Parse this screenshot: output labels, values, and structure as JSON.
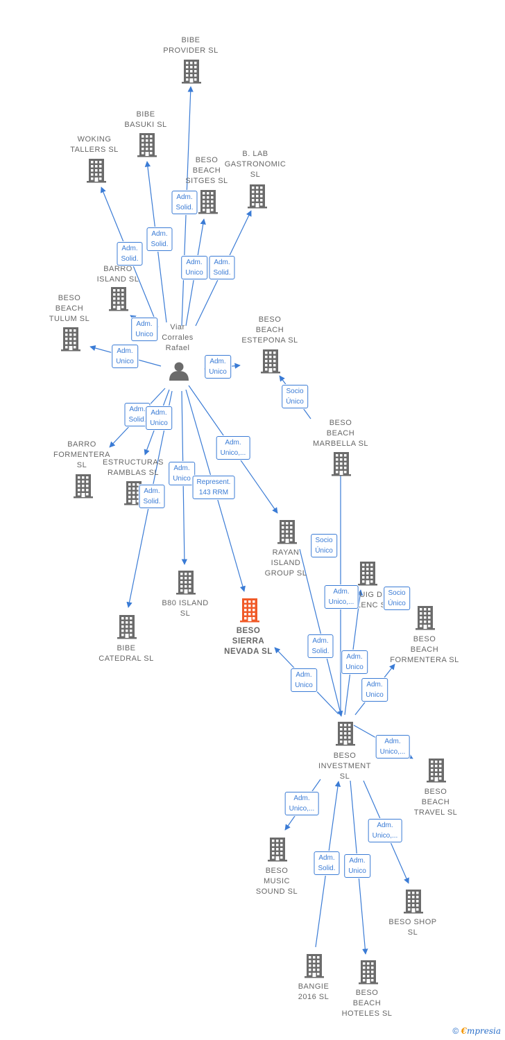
{
  "colors": {
    "edge": "#3a7bd5",
    "node": "#6b6b6b",
    "focus": "#f05a28",
    "label_text": "#666666"
  },
  "icons": {
    "company": "building-icon",
    "person": "person-icon",
    "copyright": "copyright-icon"
  },
  "nodes": [
    {
      "id": "person",
      "type": "person",
      "label": "Viar\nCorrales\nRafael"
    },
    {
      "id": "bibe_provider",
      "type": "company",
      "label": "BIBE\nPROVIDER  SL"
    },
    {
      "id": "bibe_basuki",
      "type": "company",
      "label": "BIBE\nBASUKI  SL"
    },
    {
      "id": "woking",
      "type": "company",
      "label": "WOKING\nTALLERS  SL"
    },
    {
      "id": "beso_sitges",
      "type": "company",
      "label": "BESO\nBEACH\nSITGES  SL"
    },
    {
      "id": "blab",
      "type": "company",
      "label": "B.  LAB\nGASTRONOMIC\nSL"
    },
    {
      "id": "barro_island",
      "type": "company",
      "label": "BARRO\nISLAND  SL"
    },
    {
      "id": "beso_tulum",
      "type": "company",
      "label": "BESO\nBEACH\nTULUM  SL"
    },
    {
      "id": "beso_estepona",
      "type": "company",
      "label": "BESO\nBEACH\nESTEPONA  SL"
    },
    {
      "id": "barro_formentera",
      "type": "company",
      "label": "BARRO\nFORMENTERA\nSL"
    },
    {
      "id": "estructuras",
      "type": "company",
      "label": "ESTRUCTURAS\nRAMBLAS  SL"
    },
    {
      "id": "beso_marbella",
      "type": "company",
      "label": "BESO\nBEACH\nMARBELLA  SL"
    },
    {
      "id": "rayan",
      "type": "company",
      "label": "RAYAN\nISLAND\nGROUP SL"
    },
    {
      "id": "puig",
      "type": "company",
      "label": "PUIG D\nVALENC SL"
    },
    {
      "id": "b80",
      "type": "company",
      "label": "B80 ISLAND\nSL"
    },
    {
      "id": "beso_sierra",
      "type": "focus",
      "label": "BESO\nSIERRA\nNEVADA  SL"
    },
    {
      "id": "bibe_catedral",
      "type": "company",
      "label": "BIBE\nCATEDRAL  SL"
    },
    {
      "id": "beso_formentera",
      "type": "company",
      "label": "BESO\nBEACH\nFORMENTERA SL"
    },
    {
      "id": "beso_investment",
      "type": "company",
      "label": "BESO\nINVESTMENT\nSL"
    },
    {
      "id": "beso_travel",
      "type": "company",
      "label": "BESO\nBEACH\nTRAVEL  SL"
    },
    {
      "id": "beso_music",
      "type": "company",
      "label": "BESO\nMUSIC\nSOUND  SL"
    },
    {
      "id": "beso_shop",
      "type": "company",
      "label": "BESO SHOP\nSL"
    },
    {
      "id": "bangie",
      "type": "company",
      "label": "BANGIE\n2016  SL"
    },
    {
      "id": "beso_hoteles",
      "type": "company",
      "label": "BESO\nBEACH\nHOTELES  SL"
    }
  ],
  "edges": [
    {
      "from": "person",
      "to": "bibe_provider"
    },
    {
      "from": "person",
      "to": "bibe_basuki"
    },
    {
      "from": "person",
      "to": "woking"
    },
    {
      "from": "person",
      "to": "beso_sitges"
    },
    {
      "from": "person",
      "to": "blab"
    },
    {
      "from": "person",
      "to": "barro_island"
    },
    {
      "from": "person",
      "to": "beso_tulum"
    },
    {
      "from": "person",
      "to": "beso_estepona"
    },
    {
      "from": "person",
      "to": "barro_formentera"
    },
    {
      "from": "person",
      "to": "estructuras"
    },
    {
      "from": "person",
      "to": "bibe_catedral"
    },
    {
      "from": "person",
      "to": "b80"
    },
    {
      "from": "person",
      "to": "beso_sierra"
    },
    {
      "from": "person",
      "to": "rayan"
    },
    {
      "from": "beso_marbella",
      "to": "beso_estepona"
    },
    {
      "from": "rayan",
      "to": "beso_investment"
    },
    {
      "from": "beso_investment",
      "to": "beso_marbella"
    },
    {
      "from": "beso_investment",
      "to": "puig"
    },
    {
      "from": "beso_investment",
      "to": "beso_formentera"
    },
    {
      "from": "beso_investment",
      "to": "beso_sierra"
    },
    {
      "from": "beso_investment",
      "to": "beso_travel"
    },
    {
      "from": "beso_investment",
      "to": "beso_music"
    },
    {
      "from": "beso_investment",
      "to": "beso_shop"
    },
    {
      "from": "beso_investment",
      "to": "beso_hoteles"
    },
    {
      "from": "bangie",
      "to": "beso_investment"
    }
  ],
  "edge_labels": [
    {
      "text": "Adm.\nSolid."
    },
    {
      "text": "Adm.\nSolid."
    },
    {
      "text": "Adm.\nSolid."
    },
    {
      "text": "Adm.\nUnico"
    },
    {
      "text": "Adm.\nSolid."
    },
    {
      "text": "Adm.\nUnico"
    },
    {
      "text": "Adm.\nUnico"
    },
    {
      "text": "Adm.\nUnico"
    },
    {
      "text": "Adm.\nSolid."
    },
    {
      "text": "Adm.\nUnico"
    },
    {
      "text": "Adm.\nSolid."
    },
    {
      "text": "Adm.\nUnico"
    },
    {
      "text": "Represent.\n143 RRM"
    },
    {
      "text": "Adm.\nUnico,..."
    },
    {
      "text": "Socio\nÚnico"
    },
    {
      "text": "Socio\nÚnico"
    },
    {
      "text": "Adm.\nUnico,..."
    },
    {
      "text": "Socio\nÚnico"
    },
    {
      "text": "Adm.\nSolid."
    },
    {
      "text": "Adm.\nUnico"
    },
    {
      "text": "Adm.\nUnico"
    },
    {
      "text": "Adm.\nUnico"
    },
    {
      "text": "Adm.\nUnico,..."
    },
    {
      "text": "Adm.\nUnico,..."
    },
    {
      "text": "Adm.\nUnico,..."
    },
    {
      "text": "Adm.\nSolid."
    },
    {
      "text": "Adm.\nUnico"
    }
  ],
  "footer": {
    "copyright": "©",
    "brand_initial": "€",
    "brand_rest": "mpresia"
  }
}
